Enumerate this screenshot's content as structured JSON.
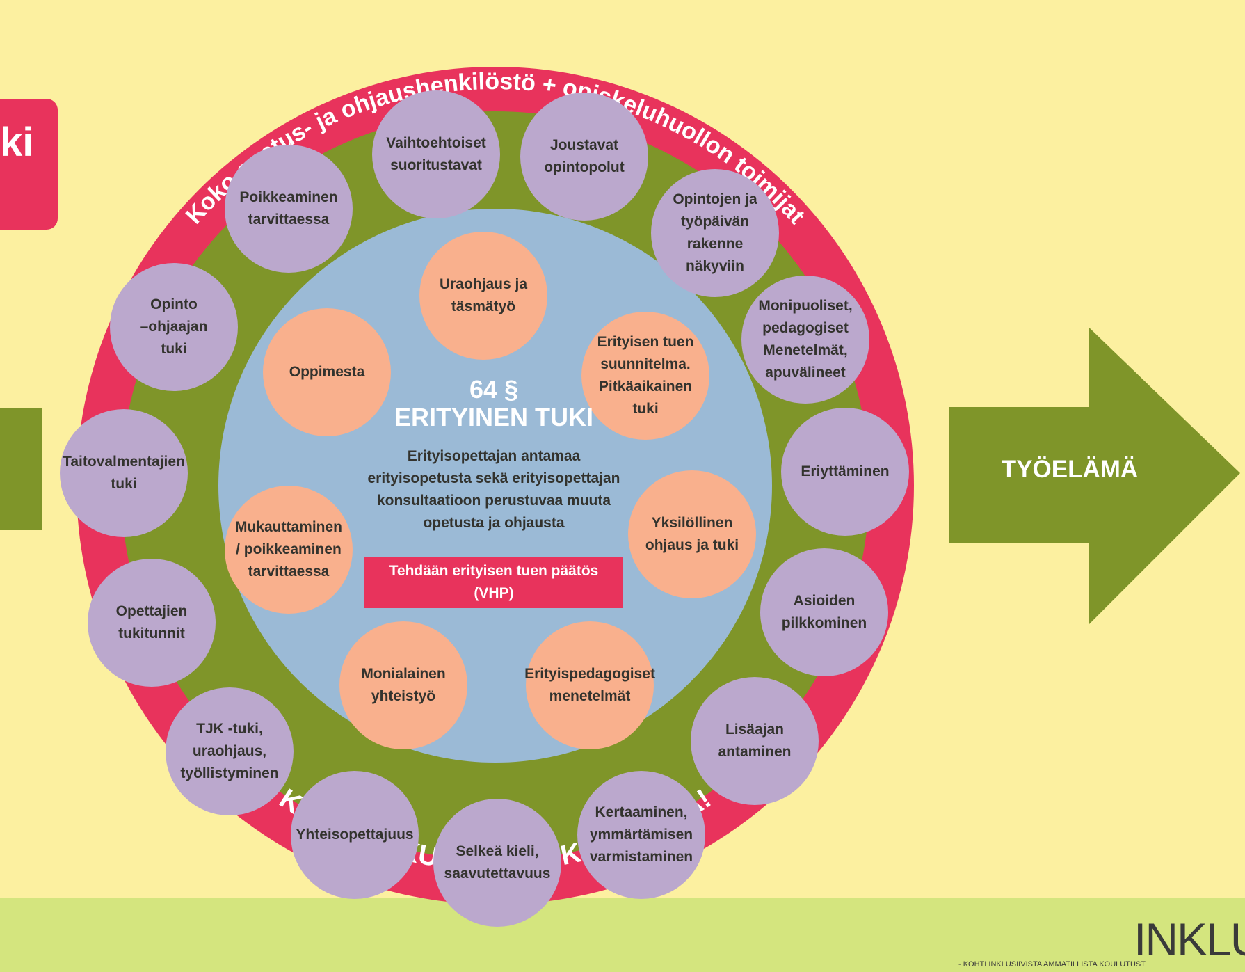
{
  "left_tab_text": "ki",
  "arc_top_text": "Koko opetus- ja ohjaushenkilöstö + opiskeluhuollon toimijat",
  "arc_bottom_text": "KOHTAA, KUUNTELE, KANNUSTA!",
  "arrow_label": "TYÖELÄMÄ",
  "center": {
    "section": "64 §",
    "title": "ERITYINEN TUKI",
    "description": "Erityisopettajan antamaa\nerityisopetusta sekä erityisopettajan\nkonsultaatioon perustuvaa muuta\nopetusta ja ohjausta",
    "decision": "Tehdään erityisen tuen päätös\n(VHP)"
  },
  "outer_items": [
    "Vaihtoehtoiset\nsuoritustavat",
    "Joustavat\nopintopolut",
    "Opintojen ja\ntyöpäivän rakenne\nnäkyviin",
    "Monipuoliset,\npedagogiset\nMenetelmät,\napuvälineet",
    "Eriyttäminen",
    "Asioiden\npilkkominen",
    "Lisäajan\nantaminen",
    "Kertaaminen,\nymmärtämisen\nvarmistaminen",
    "Selkeä kieli,\nsaavutettavuus",
    "Yhteisopettajuus",
    "TJK -tuki,\nuraohjaus,\ntyöllistyminen",
    "Opettajien\ntukitunnit",
    "Taitovalmentajien\ntuki",
    "Opinto\n–ohjaajan\ntuki",
    "Poikkeaminen\ntarvittaessa"
  ],
  "inner_items": [
    "Uraohjaus ja\ntäsmätyö",
    "Erityisen tuen\nsuunnitelma.\nPitkäaikainen\ntuki",
    "Yksilöllinen\nohjaus ja tuki",
    "Erityispedagogiset\nmenetelmät",
    "Monialainen\nyhteistyö",
    "Mukauttaminen\n/ poikkeaminen\ntarvittaessa",
    "Oppimesta"
  ],
  "logo": {
    "text": "INKLU",
    "subtitle": "- KOHTI INKLUSIIVISTA AMMATILLISTA KOULUTUST"
  },
  "colors": {
    "background": "#fcf0a0",
    "band": "#d4e57e",
    "ring": "#e8335c",
    "green": "#7f9529",
    "core": "#9bbad6",
    "outer_circle": "#bba8cd",
    "inner_circle": "#f9b08d"
  }
}
